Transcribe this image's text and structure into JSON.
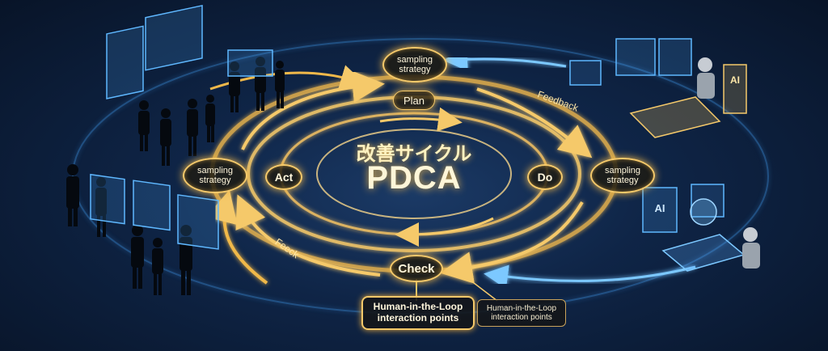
{
  "center": {
    "title_jp": "改善サイクル",
    "title": "PDCA"
  },
  "stages": {
    "plan": "Plan",
    "do": "Do",
    "check": "Check",
    "act": "Act"
  },
  "nodes": {
    "top_strategy": "sampling\nstrategy",
    "left_strategy": "sampling\nstrategy",
    "right_strategy": "sampling\nstrategy"
  },
  "arrow_labels": {
    "feedback_top": "Feedback",
    "feedback_left": "Feeck"
  },
  "hitl": {
    "primary": "Human-in-the-Loop\ninteraction points",
    "secondary": "Human-in-the-Loop\ninteraction points"
  },
  "ai_badges": {
    "top": "AI",
    "bottom": "AI"
  },
  "colors": {
    "gold": "#f5c96a",
    "blue": "#5fb8ff",
    "bg": "#0b1a33"
  }
}
